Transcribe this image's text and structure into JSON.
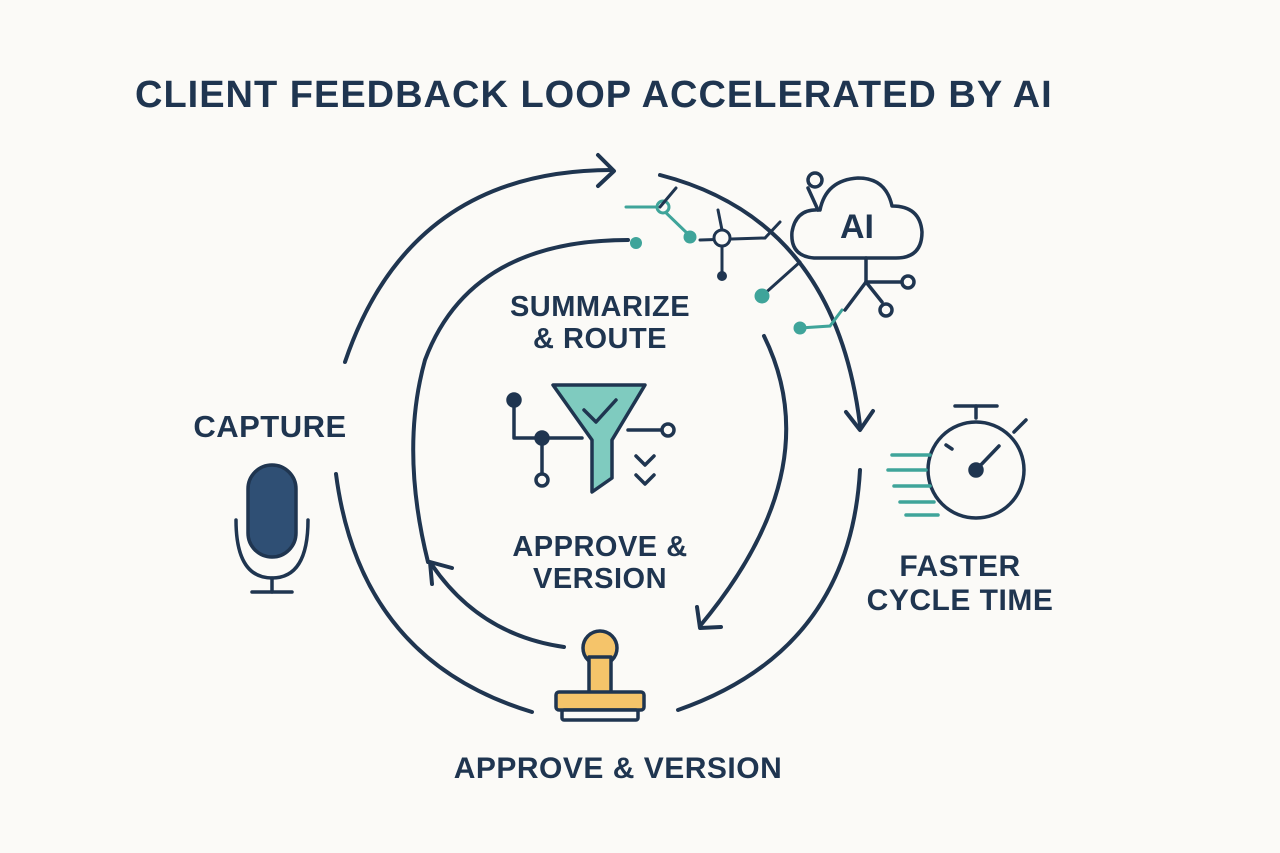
{
  "title": "CLIENT FEEDBACK LOOP ACCELERATED BY AI",
  "steps": {
    "capture": "CAPTURE",
    "summarize_line1": "SUMMARIZE",
    "summarize_line2": "& ROUTE",
    "inner_approve_line1": "APPROVE &",
    "inner_approve_line2": "VERSION",
    "faster_line1": "FASTER",
    "faster_line2": "CYCLE TIME",
    "bottom_approve": "APPROVE & VERSION"
  },
  "ai_badge": "AI",
  "icons": {
    "microphone": "microphone-icon",
    "funnel": "funnel-icon",
    "stamp": "stamp-icon",
    "stopwatch": "stopwatch-icon",
    "cloud": "ai-cloud-icon",
    "network": "network-nodes-icon"
  },
  "colors": {
    "navy": "#1f3550",
    "teal": "#3fa49a",
    "teal_fill": "#7fcbbf",
    "amber": "#f5c46a",
    "mic_fill": "#2f4f74",
    "background": "#fbfaf7"
  }
}
